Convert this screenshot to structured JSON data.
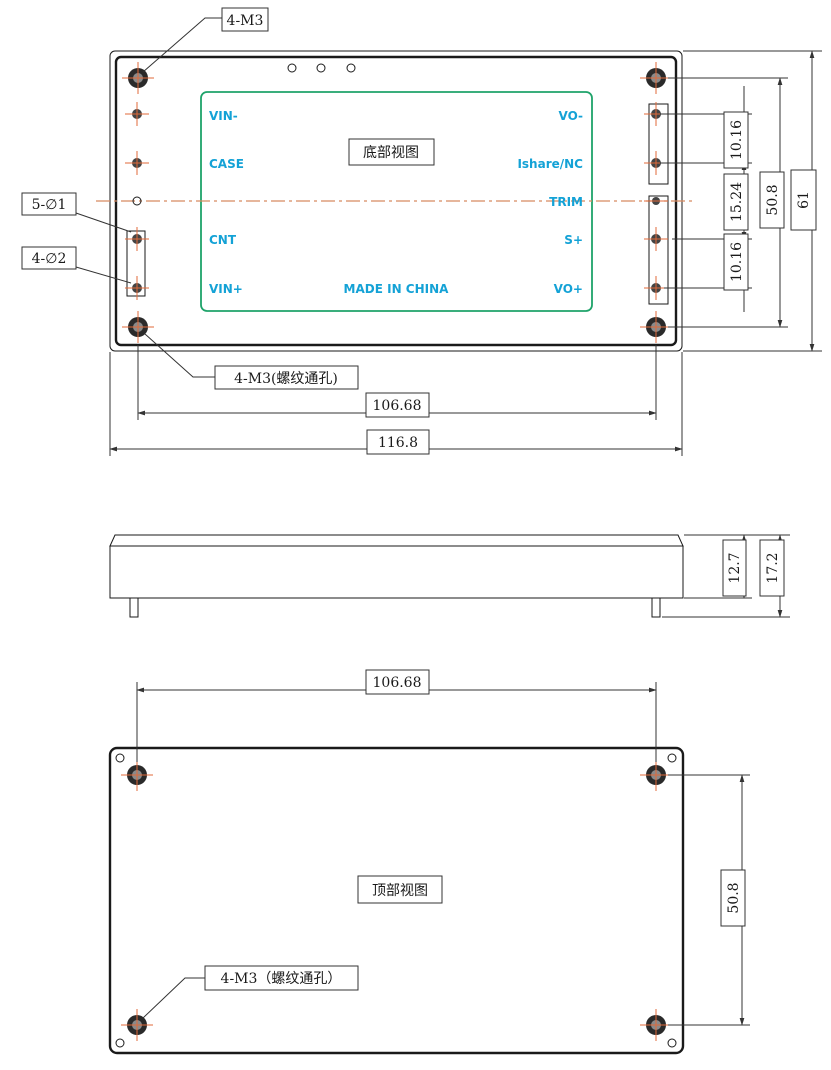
{
  "bottom_view": {
    "title": "底部视图",
    "callouts": {
      "mount_top": "4-M3",
      "pin_dia_small": "5-∅1",
      "pin_dia_large": "4-∅2",
      "mount_bottom": "4-M3(螺纹通孔)"
    },
    "pins_left": [
      "VIN-",
      "CASE",
      "CNT",
      "VIN+"
    ],
    "pins_right": [
      "VO-",
      "Ishare/NC",
      "TRIM",
      "S+",
      "VO+"
    ],
    "made_in": "MADE IN CHINA",
    "dims": {
      "hole_pitch": "106.68",
      "overall_length": "116.8",
      "pitch_1": "10.16",
      "pitch_2": "15.24",
      "pitch_3": "10.16",
      "hole_span": "50.8",
      "overall_width": "61"
    }
  },
  "side_view": {
    "dims": {
      "body_height": "12.7",
      "total_height": "17.2"
    }
  },
  "top_view": {
    "title": "顶部视图",
    "callout": "4-M3（螺纹通孔）",
    "dims": {
      "hole_pitch": "106.68",
      "hole_span": "50.8"
    }
  },
  "colors": {
    "label": "#14a2d6",
    "outline": "#1ea36a",
    "centerline": "#d88a60"
  }
}
